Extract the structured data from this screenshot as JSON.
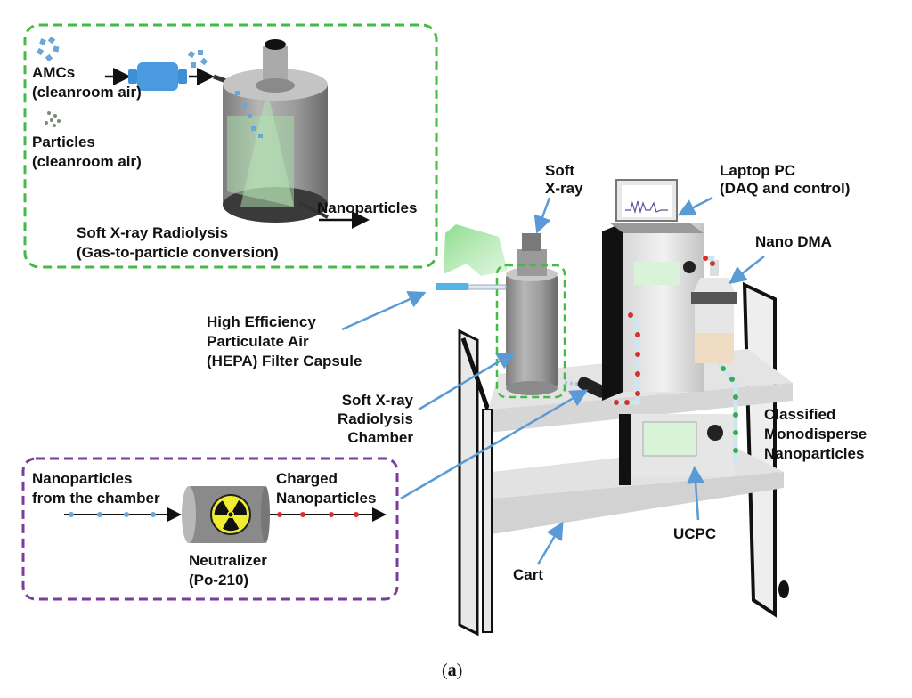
{
  "figure": {
    "caption_open": "(",
    "caption_letter": "a",
    "caption_close": ")"
  },
  "inset_radiolysis": {
    "border_color": "#44bb44",
    "amcs_label": "AMCs",
    "amcs_sub": "(cleanroom air)",
    "particles_label": "Particles",
    "particles_sub": "(cleanroom air)",
    "output_label": "Nanoparticles",
    "process_title": "Soft X-ray Radiolysis",
    "process_sub": "(Gas-to-particle conversion)"
  },
  "inset_neutralizer": {
    "border_color": "#7a3d9e",
    "input_label_line1": "Nanoparticles",
    "input_label_line2": "from the chamber",
    "output_label_line1": "Charged",
    "output_label_line2": "Nanoparticles",
    "device_label_line1": "Neutralizer",
    "device_label_line2": "(Po-210)",
    "icon": "radiation-trefoil-icon"
  },
  "callouts": {
    "soft_xray_line1": "Soft",
    "soft_xray_line2": "X-ray",
    "laptop_line1": "Laptop PC",
    "laptop_line2": "(DAQ and control)",
    "nano_dma": "Nano DMA",
    "hepa_line1": "High Efficiency",
    "hepa_line2": "Particulate Air",
    "hepa_line3": "(HEPA) Filter Capsule",
    "chamber_line1": "Soft X-ray",
    "chamber_line2": "Radiolysis",
    "chamber_line3": "Chamber",
    "classified_line1": "Classified",
    "classified_line2": "Monodisperse",
    "classified_line3": "Nanoparticles",
    "ucpc": "UCPC",
    "cart": "Cart"
  },
  "colors": {
    "arrow_blue": "#5b9bd5",
    "particle_blue": "#6aa6d8",
    "particle_red": "#d9302c",
    "particle_green": "#3aaa5a",
    "screen_green": "#d8f3d8"
  }
}
